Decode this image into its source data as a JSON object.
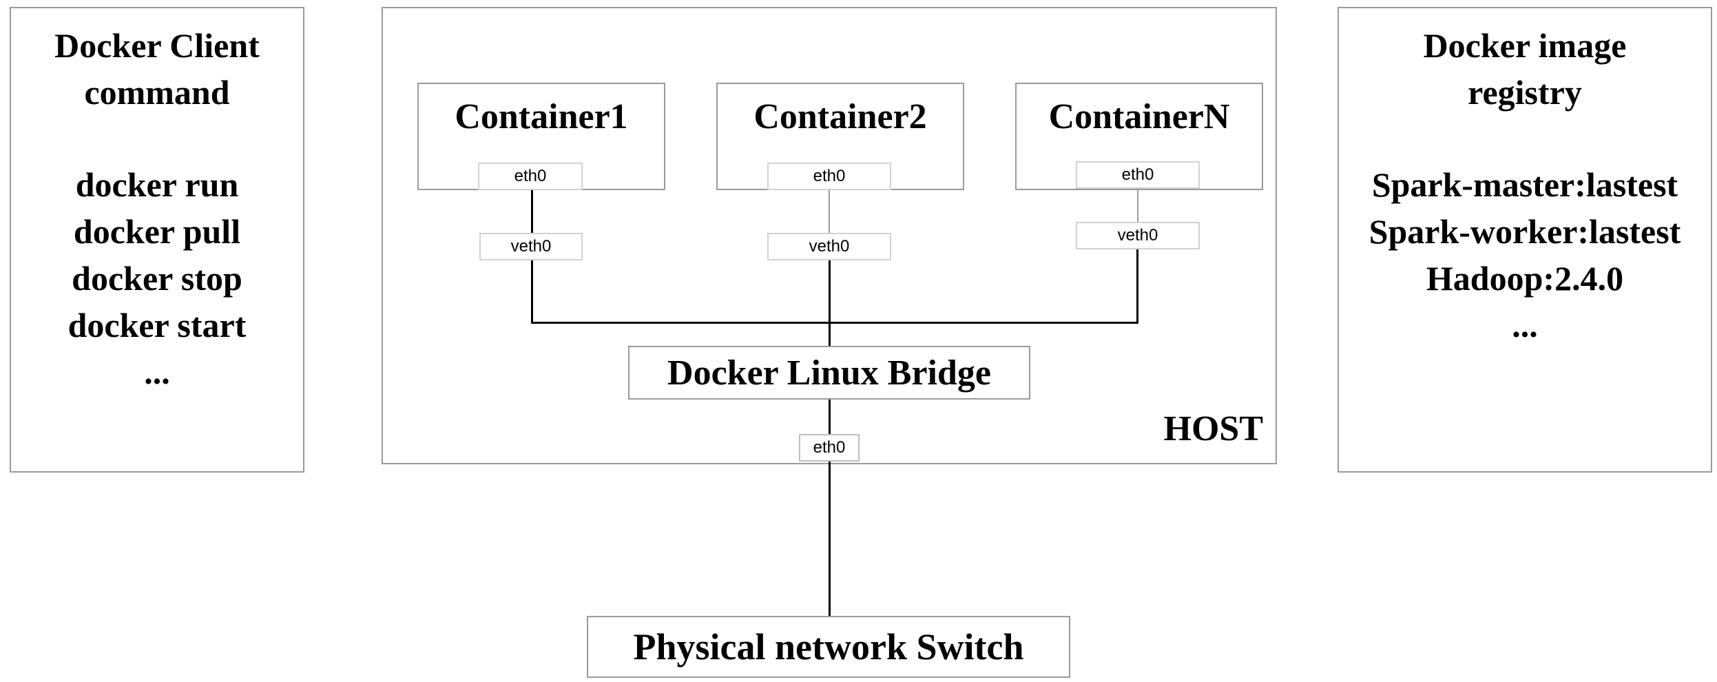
{
  "client": {
    "title_line1": "Docker Client",
    "title_line2": "command",
    "commands": [
      "docker run",
      "docker pull",
      "docker stop",
      "docker start",
      "..."
    ]
  },
  "host": {
    "label": "HOST",
    "containers": [
      {
        "name": "Container1",
        "eth": "eth0",
        "veth": "veth0"
      },
      {
        "name": "Container2",
        "eth": "eth0",
        "veth": "veth0"
      },
      {
        "name": "ContainerN",
        "eth": "eth0",
        "veth": "veth0"
      }
    ],
    "bridge": "Docker Linux Bridge",
    "host_eth": "eth0"
  },
  "switch": {
    "label": "Physical network Switch"
  },
  "registry": {
    "title_line1": "Docker image",
    "title_line2": "registry",
    "images": [
      "Spark-master:lastest",
      "Spark-worker:lastest",
      "Hadoop:2.4.0",
      "..."
    ]
  }
}
